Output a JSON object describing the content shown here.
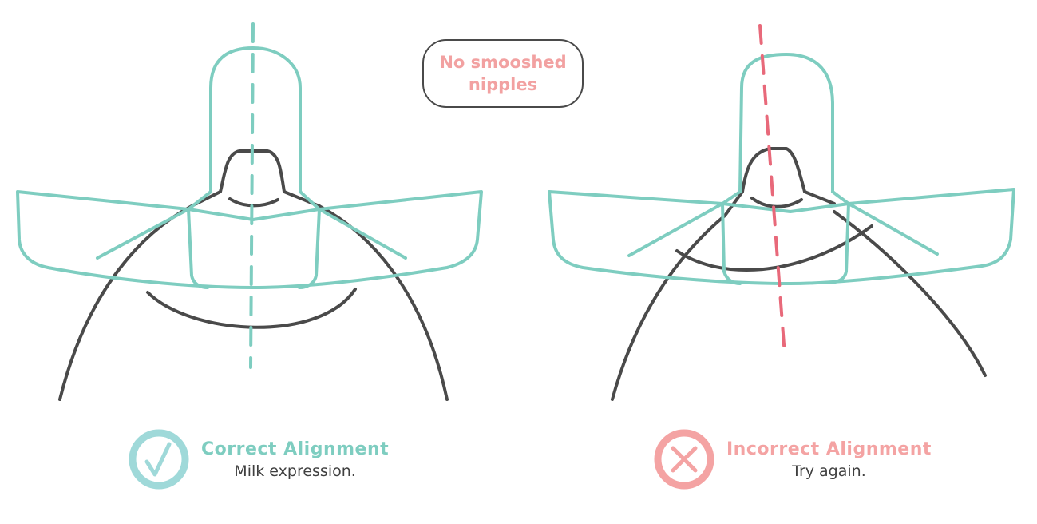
{
  "callout": {
    "line1": "No smooshed",
    "line2": "nipples"
  },
  "panels": [
    {
      "id": "correct",
      "title": "Correct Alignment",
      "subtitle": "Milk expression.",
      "icon": "checkmark-icon",
      "color": "#7ecdc0",
      "axis_color": "#7ecdc0"
    },
    {
      "id": "incorrect",
      "title": "Incorrect Alignment",
      "subtitle": "Try again.",
      "icon": "x-mark-icon",
      "color": "#f4a3a3",
      "axis_color": "#e8697a"
    }
  ],
  "colors": {
    "flange": "#7ecdc0",
    "breast": "#4a4a4a",
    "callout_text": "#f2a1a1",
    "badge_correct": "#9fd9d9",
    "badge_incorrect": "#f4a3a3"
  }
}
